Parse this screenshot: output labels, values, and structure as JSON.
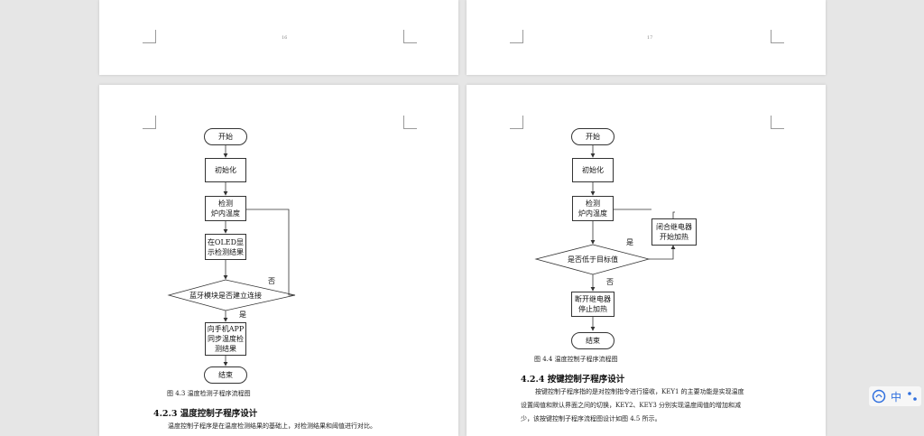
{
  "pages_top": {
    "left_page_number": "16",
    "right_page_number": "17"
  },
  "left_page": {
    "flowchart": {
      "start": "开始",
      "init": "初始化",
      "detect": "检测\n炉内温度",
      "oled": "在OLED显\n示检测结果",
      "decision": "蓝牙模块是否建立连接",
      "no_label": "否",
      "yes_label": "是",
      "sync": "向手机APP\n同步温度检\n测结果",
      "end": "结束"
    },
    "caption": "图 4.3  温度检测子程序流程图",
    "heading_num": "4.2.3",
    "heading_text": "温度控制子程序设计",
    "paragraph": "温度控制子程序是在温度检测结果的基础上，对检测结果和阈值进行对比。"
  },
  "right_page": {
    "flowchart": {
      "start": "开始",
      "init": "初始化",
      "detect": "检测\n炉内温度",
      "relay_on": "闭合继电器\n开始加热",
      "yes_label": "是",
      "decision": "是否低于目标值",
      "no_label": "否",
      "relay_off": "断开继电器\n停止加热",
      "end": "结束"
    },
    "caption": "图 4.4  温度控制子程序流程图",
    "heading_num": "4.2.4",
    "heading_text": "按键控制子程序设计",
    "paragraph_lines": [
      "按键控制子程序指的是对控制指令进行接收，KEY1 的主要功能是实现温度",
      "设置阈值和默认界面之间的切换，KEY2、KEY3 分别实现温度阈值的增加和减",
      "少，该按键控制子程序流程图设计如图 4.5 所示。"
    ]
  },
  "toolbar": {
    "ime_label": "中",
    "logo_icon": "ime-logo-icon",
    "dots_icon": "ime-dots-icon",
    "accent": "#2f6fde"
  }
}
